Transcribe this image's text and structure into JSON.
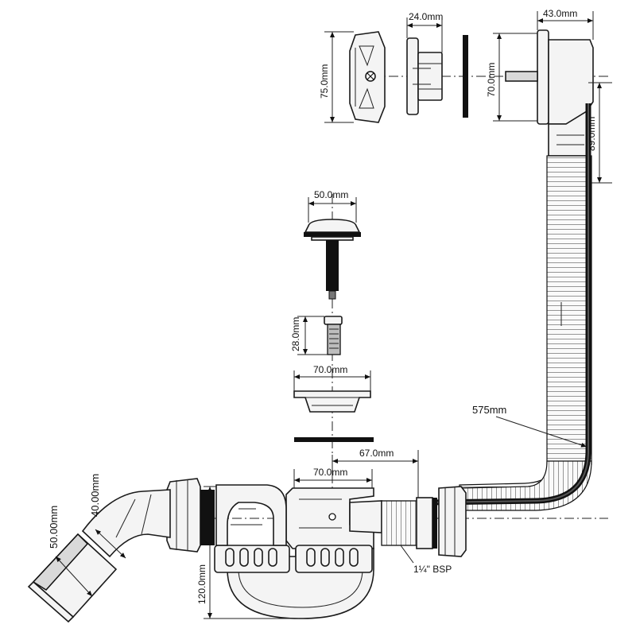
{
  "dimensions": {
    "overflow_width": "43.0mm",
    "body_depth": "24.0mm",
    "cap_height": "75.0mm",
    "flange_height": "70.0mm",
    "overflow_drop": "89.0mm",
    "plug_width": "50.0mm",
    "strainer_height": "28.0mm",
    "waste_flange_width": "70.0mm",
    "waste_body_width": "70.0mm",
    "outlet_offset": "67.0mm",
    "hose_length": "575mm",
    "thread_size": "1¼\" BSP",
    "trap_depth": "120.0mm",
    "outlet_diameter": "50.00mm",
    "outlet_inner": "40.00mm"
  },
  "colors": {
    "line": "#1a1a1a",
    "fill": "#f4f4f4",
    "washer": "#111111"
  }
}
